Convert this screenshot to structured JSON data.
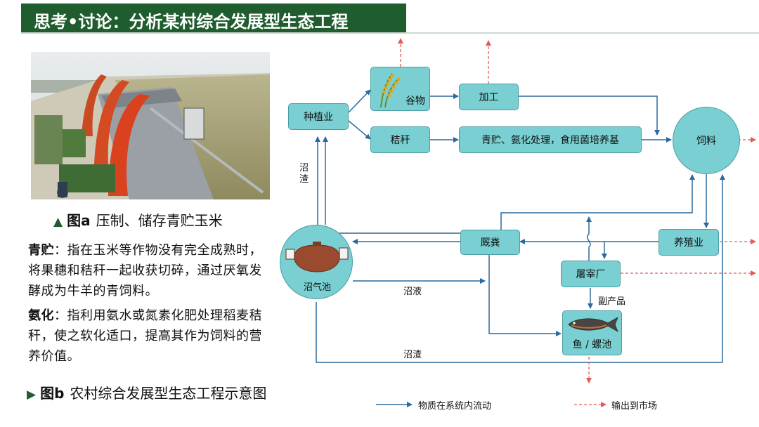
{
  "header": {
    "title": "思考•讨论：分析某村综合发展型生态工程"
  },
  "figure_a": {
    "marker": "▲",
    "label": "图a",
    "caption": "压制、储存青贮玉米"
  },
  "definitions": [
    {
      "term": "青贮",
      "text": "：指在玉米等作物没有完全成熟时，将果穗和秸秆一起收获切碎，通过厌氧发酵成为牛羊的青饲料。"
    },
    {
      "term": "氨化",
      "text": "：指利用氨水或氮素化肥处理稻麦秸秆，使之软化适口，提高其作为饲料的营养价值。"
    }
  ],
  "figure_b": {
    "marker": "▶",
    "label": "图b",
    "caption": "农村综合发展型生态工程示意图"
  },
  "diagram": {
    "nodes": {
      "planting": "种植业",
      "grain": "谷物",
      "processing": "加工",
      "straw": "秸秆",
      "treatment": "青贮、氨化处理，食用菌培养基",
      "feed": "饲料",
      "manure": "厩粪",
      "breeding": "养殖业",
      "biogas": "沼气池",
      "slaughter": "屠宰厂",
      "fishpond": "鱼 / 螺池"
    },
    "edge_labels": {
      "residue_vertical": "沼渣",
      "slurry": "沼液",
      "byproduct": "副产品",
      "residue_bottom": "沼渣"
    },
    "legend": {
      "internal": "物质在系统内流动",
      "market": "输出到市场"
    },
    "colors": {
      "node_fill": "#79cfd1",
      "internal_arrow": "#2b6a9e",
      "market_arrow": "#e05a5a",
      "title_bg": "#1f5c2e"
    }
  }
}
